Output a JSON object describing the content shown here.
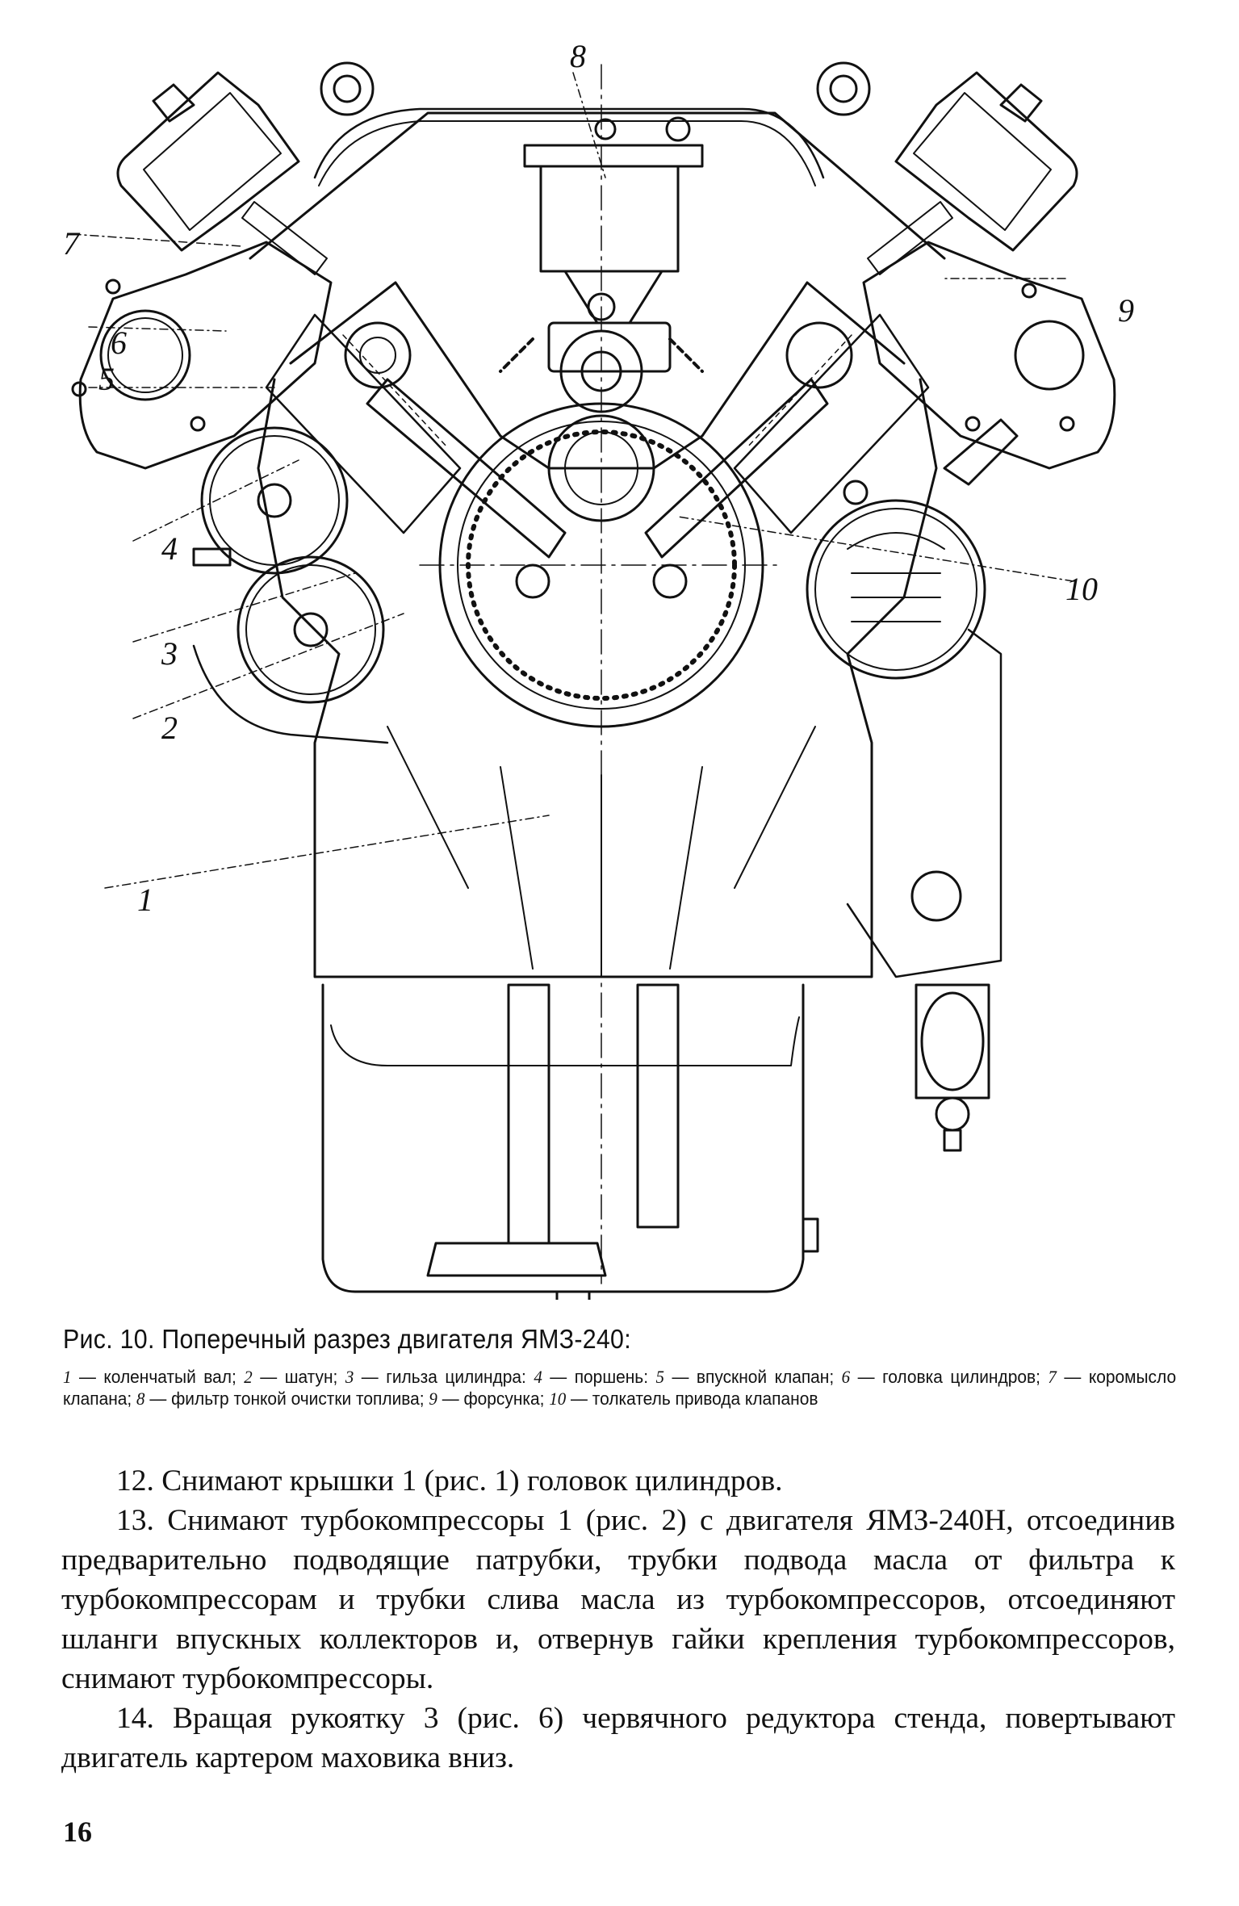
{
  "figure": {
    "name": "engine-cross-section",
    "callouts": [
      {
        "num": "1"
      },
      {
        "num": "2"
      },
      {
        "num": "3"
      },
      {
        "num": "4"
      },
      {
        "num": "5"
      },
      {
        "num": "6"
      },
      {
        "num": "7"
      },
      {
        "num": "8"
      },
      {
        "num": "9"
      },
      {
        "num": "10"
      }
    ],
    "caption": {
      "title": "Рис. 10. Поперечный разрез двигателя ЯМЗ-240:",
      "legend": [
        {
          "num": "1",
          "text": "коленчатый вал;"
        },
        {
          "num": "2",
          "text": "шатун;"
        },
        {
          "num": "3",
          "text": "гильза цилиндра:"
        },
        {
          "num": "4",
          "text": "поршень:"
        },
        {
          "num": "5",
          "text": "впускной клапан;"
        },
        {
          "num": "6",
          "text": "головка цилиндров;"
        },
        {
          "num": "7",
          "text": "коромысло клапана;"
        },
        {
          "num": "8",
          "text": "фильтр тонкой очистки топлива;"
        },
        {
          "num": "9",
          "text": "форсунка;"
        },
        {
          "num": "10",
          "text": "толкатель привода клапанов"
        }
      ],
      "dash": "—"
    }
  },
  "body": {
    "paragraphs": [
      "12. Снимают крышки 1 (рис. 1) головок цилиндров.",
      "13. Снимают турбокомпрессоры 1 (рис. 2) с двигателя ЯМЗ-240Н, отсоединив предварительно подводящие патрубки, трубки подвода масла от фильтра к турбокомпрессорам и трубки слива масла из турбокомпрессоров, отсоединяют шланги впускных коллекторов и, отвернув гайки крепления турбокомпрессоров, снимают турбокомпрессоры.",
      "14. Вращая рукоятку 3 (рис. 6) червячного редуктора стенда, повертывают двигатель картером маховика вниз."
    ]
  },
  "page_number": "16",
  "colors": {
    "ink": "#111111",
    "paper": "#ffffff"
  }
}
